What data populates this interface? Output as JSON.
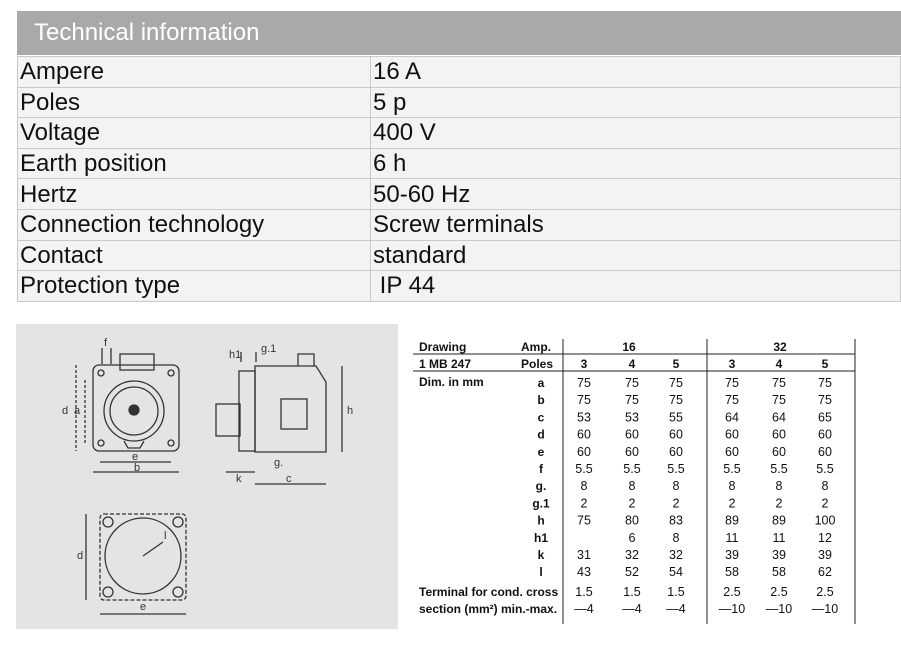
{
  "header": {
    "title": "Technical information"
  },
  "specs": [
    {
      "key": "Ampere",
      "value": "16 A"
    },
    {
      "key": "Poles",
      "value": "5 p"
    },
    {
      "key": "Voltage",
      "value": "400 V"
    },
    {
      "key": "Earth position",
      "value": "6 h"
    },
    {
      "key": "Hertz",
      "value": "50-60 Hz"
    },
    {
      "key": "Connection technology",
      "value": "Screw terminals"
    },
    {
      "key": "Contact",
      "value": "standard"
    },
    {
      "key": "Protection type",
      "value": " IP 44"
    }
  ],
  "drawing_labels": {
    "f": "f",
    "a": "a",
    "d": "d",
    "e": "e",
    "b": "b",
    "h1": "h1",
    "g1": "g.1",
    "h": "h",
    "g": "g.",
    "k": "k",
    "c": "c",
    "l": "l"
  },
  "dimensions": {
    "drawing_label": "Drawing",
    "drawing_code": "1 MB 247",
    "dim_label": "Dim. in mm",
    "amp_label": "Amp.",
    "poles_label": "Poles",
    "amps": [
      "16",
      "32"
    ],
    "poles": [
      "3",
      "4",
      "5",
      "3",
      "4",
      "5"
    ],
    "rows": [
      {
        "label": "a",
        "values": [
          "75",
          "75",
          "75",
          "75",
          "75",
          "75"
        ]
      },
      {
        "label": "b",
        "values": [
          "75",
          "75",
          "75",
          "75",
          "75",
          "75"
        ]
      },
      {
        "label": "c",
        "values": [
          "53",
          "53",
          "55",
          "64",
          "64",
          "65"
        ]
      },
      {
        "label": "d",
        "values": [
          "60",
          "60",
          "60",
          "60",
          "60",
          "60"
        ]
      },
      {
        "label": "e",
        "values": [
          "60",
          "60",
          "60",
          "60",
          "60",
          "60"
        ]
      },
      {
        "label": "f",
        "values": [
          "5.5",
          "5.5",
          "5.5",
          "5.5",
          "5.5",
          "5.5"
        ]
      },
      {
        "label": "g.",
        "values": [
          "8",
          "8",
          "8",
          "8",
          "8",
          "8"
        ]
      },
      {
        "label": "g.1",
        "values": [
          "2",
          "2",
          "2",
          "2",
          "2",
          "2"
        ]
      },
      {
        "label": "h",
        "values": [
          "75",
          "80",
          "83",
          "89",
          "89",
          "100"
        ]
      },
      {
        "label": "h1",
        "values": [
          "",
          "6",
          "8",
          "11",
          "11",
          "12"
        ]
      },
      {
        "label": "k",
        "values": [
          "31",
          "32",
          "32",
          "39",
          "39",
          "39"
        ]
      },
      {
        "label": "l",
        "values": [
          "43",
          "52",
          "54",
          "58",
          "58",
          "62"
        ]
      }
    ],
    "terminal_label": "Terminal for cond. cross",
    "terminal_values": [
      "1.5",
      "1.5",
      "1.5",
      "2.5",
      "2.5",
      "2.5"
    ],
    "section_label": "section (mm²) min.-max.",
    "section_values": [
      "—4",
      "—4",
      "—4",
      "—10",
      "—10",
      "—10"
    ]
  }
}
